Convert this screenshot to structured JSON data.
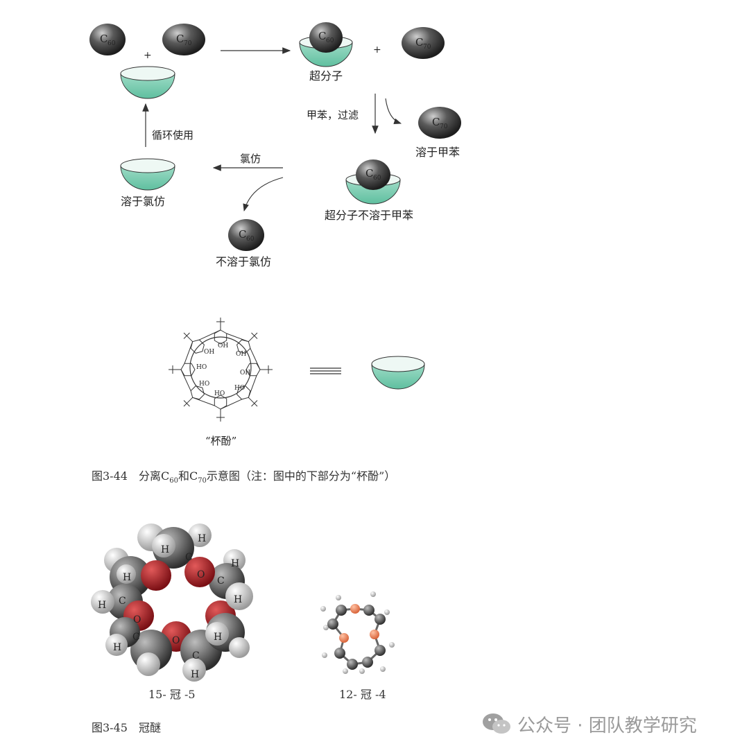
{
  "fig344": {
    "labels": {
      "supramolecule": "超分子",
      "toluene_filter": "甲苯，过滤",
      "dissolves_in_toluene": "溶于甲苯",
      "supramolecule_insoluble_toluene": "超分子不溶于甲苯",
      "chloroform": "氯仿",
      "dissolves_in_chloroform": "溶于氯仿",
      "insoluble_in_chloroform": "不溶于氯仿",
      "recycle": "循环使用",
      "plus": "+"
    },
    "balls": {
      "c60": "C",
      "c60_sub": "60",
      "c70": "C",
      "c70_sub": "70"
    },
    "calixarene": {
      "oh": "OH",
      "ho": "HO",
      "name": "“杯酚”"
    },
    "caption": {
      "prefix": "图3-44　分离C",
      "sub1": "60",
      "mid": "和C",
      "sub2": "70",
      "suffix": "示意图（注：图中的下部分为“杯酚”）"
    },
    "colors": {
      "bowl": "#7fcfb4",
      "bowl_inner": "#e8f6f1",
      "ball": "#555555"
    }
  },
  "fig345": {
    "crown15": {
      "name": "15- 冠 -5",
      "atoms": {
        "h": "H",
        "c": "C",
        "o": "O"
      }
    },
    "crown12": {
      "name": "12- 冠 -4"
    },
    "caption": "图3-45　冠醚",
    "colors": {
      "oxygen": "#b3262b",
      "carbon": "#555555",
      "hydrogen": "#d8d8d8",
      "oxygen_small": "#e8845c"
    }
  },
  "watermark": "公众号 · 团队教学研究"
}
